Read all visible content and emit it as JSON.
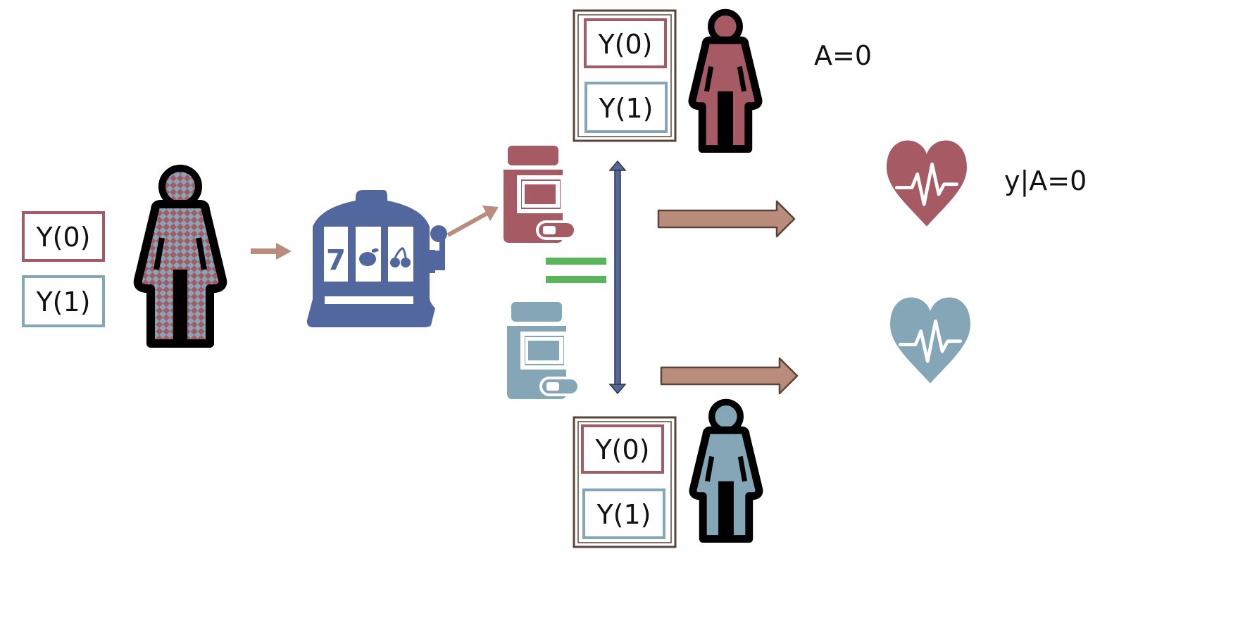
{
  "colors": {
    "control": "#a65a64",
    "treated": "#85a6b6",
    "machine": "#52679d",
    "arrow": "#b98c7c",
    "equal": "#5ab55a",
    "frame": "#5a4338",
    "outline": "#000000"
  },
  "population": {
    "y0_label": "Y(0)",
    "y1_label": "Y(1)"
  },
  "control_group": {
    "y0_label": "Y(0)",
    "y1_label": "Y(1)",
    "assignment_label": "A=0",
    "outcome_label": "y|A=0"
  },
  "treated_group": {
    "y0_label": "Y(0)",
    "y1_label": "Y(1)"
  },
  "randomizer": {
    "reel_symbols": [
      "7",
      "lemon-icon",
      "cherry-icon"
    ]
  },
  "icons": {
    "population_person": "person-icon",
    "randomizer": "slot-machine-icon",
    "control_pill": "pill-bottle-icon",
    "treated_pill": "pill-bottle-icon",
    "equality": "equals-icon",
    "comparison": "double-headed-arrow-icon",
    "control_outcome": "heart-pulse-icon",
    "treated_outcome": "heart-pulse-icon"
  }
}
